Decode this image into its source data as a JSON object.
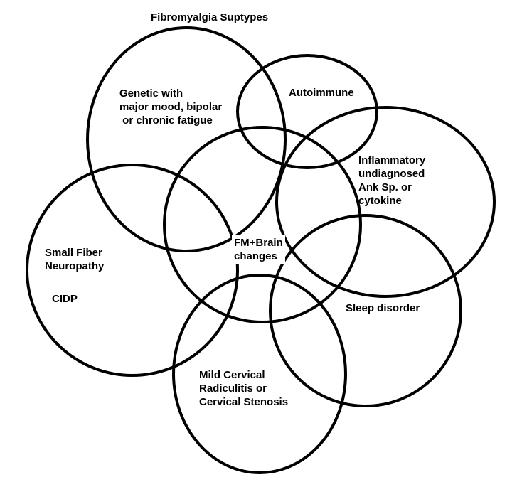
{
  "title": "Fibromyalgia Suptypes",
  "colors": {
    "line": "#000000",
    "background": "#ffffff"
  },
  "circles": {
    "genetic": {
      "label": "Genetic with\nmajor mood, bipolar\n or chronic fatigue"
    },
    "autoimmune": {
      "label": "Autoimmune"
    },
    "inflammatory": {
      "label": "Inflammatory\nundiagnosed\nAnk Sp. or\ncytokine"
    },
    "small_fiber": {
      "label": "Small Fiber\nNeuropathy"
    },
    "cidp": {
      "label": "CIDP"
    },
    "center": {
      "label": "FM+Brain\nchanges"
    },
    "sleep": {
      "label": "Sleep disorder"
    },
    "cervical": {
      "label": "Mild Cervical\nRadiculitis or\nCervical Stenosis"
    }
  }
}
